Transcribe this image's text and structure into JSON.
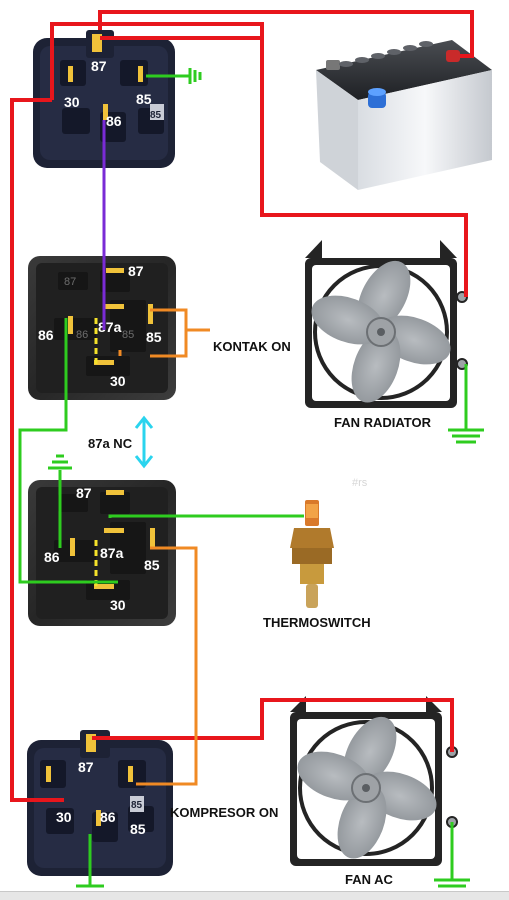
{
  "relays": [
    {
      "id": "relay-1",
      "pins": {
        "p87": "87",
        "p30": "30",
        "p86": "86",
        "p85": "85",
        "p85b": "85"
      }
    },
    {
      "id": "relay-2",
      "pins": {
        "p87": "87",
        "p87a": "87a",
        "p86": "86",
        "p85": "85",
        "p30": "30",
        "s87": "87",
        "s86": "86",
        "s85": "85"
      }
    },
    {
      "id": "relay-3",
      "pins": {
        "p87": "87",
        "p87a": "87a",
        "p86": "86",
        "p85": "85",
        "p30": "30"
      }
    },
    {
      "id": "relay-4",
      "pins": {
        "p87": "87",
        "p30": "30",
        "p86": "86",
        "p85": "85",
        "p85b": "85"
      }
    }
  ],
  "labels": {
    "kontak_on": "KONTAK ON",
    "fan_radiator": "FAN RADIATOR",
    "nc_87a": "87a NC",
    "thermoswitch": "THERMOSWITCH",
    "kompresor_on": "KOMPRESOR ON",
    "fan_ac": "FAN AC",
    "watermark": "#rs"
  },
  "colors": {
    "positive_wire": "#e8161c",
    "ground_wire": "#2ecc1f",
    "switch_wire": "#f08a24",
    "relay_link_wire": "#7a2bd6",
    "nc_indicator": "#2ad4ee",
    "relay_body": "#1d2235",
    "relay_photo": "#2a2a2a"
  },
  "icons": [
    "battery-icon",
    "fan-icon",
    "thermoswitch-icon",
    "ground-icon",
    "double-arrow-icon"
  ]
}
